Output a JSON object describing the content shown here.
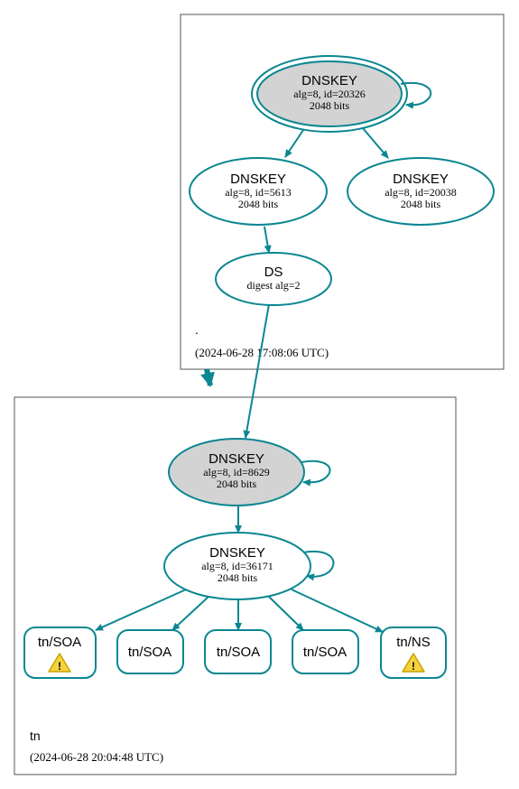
{
  "zones": {
    "root": {
      "name": ".",
      "timestamp": "(2024-06-28 17:08:06 UTC)"
    },
    "tn": {
      "name": "tn",
      "timestamp": "(2024-06-28 20:04:48 UTC)"
    }
  },
  "nodes": {
    "root_ksk": {
      "title": "DNSKEY",
      "line1": "alg=8, id=20326",
      "line2": "2048 bits"
    },
    "root_zsk1": {
      "title": "DNSKEY",
      "line1": "alg=8, id=5613",
      "line2": "2048 bits"
    },
    "root_zsk2": {
      "title": "DNSKEY",
      "line1": "alg=8, id=20038",
      "line2": "2048 bits"
    },
    "ds": {
      "title": "DS",
      "line1": "digest alg=2"
    },
    "tn_ksk": {
      "title": "DNSKEY",
      "line1": "alg=8, id=8629",
      "line2": "2048 bits"
    },
    "tn_zsk": {
      "title": "DNSKEY",
      "line1": "alg=8, id=36171",
      "line2": "2048 bits"
    },
    "rr1": {
      "label": "tn/SOA",
      "warning": true
    },
    "rr2": {
      "label": "tn/SOA",
      "warning": false
    },
    "rr3": {
      "label": "tn/SOA",
      "warning": false
    },
    "rr4": {
      "label": "tn/SOA",
      "warning": false
    },
    "rr5": {
      "label": "tn/NS",
      "warning": true
    }
  },
  "colors": {
    "edge": "#0a8691",
    "ksk_fill": "#d3d3d3",
    "warning_fill": "#f5d33f",
    "zone_border": "#555555"
  },
  "icons": {
    "warning": "warning-icon"
  }
}
